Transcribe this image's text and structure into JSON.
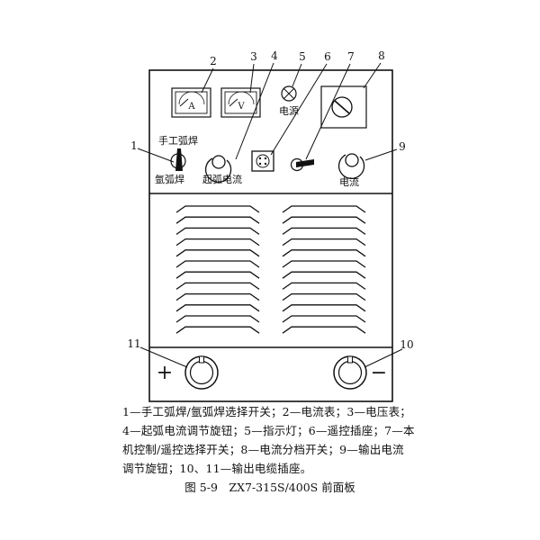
{
  "callouts": [
    "1",
    "2",
    "3",
    "4",
    "5",
    "6",
    "7",
    "8",
    "9",
    "10",
    "11"
  ],
  "panel_labels": {
    "manual_arc": "手工弧焊",
    "argon_arc": "氩弧焊",
    "ammeter_unit": "A",
    "voltmeter_unit": "V",
    "power": "电源",
    "arc_start_current": "起弧电流",
    "current": "电流",
    "plus": "+",
    "minus": "−"
  },
  "legend": [
    "1—手工弧焊/氩弧焊选择开关；2—电流表；3—电压表；",
    "4—起弧电流调节旋钮；5—指示灯；6—遥控插座；7—本",
    "机控制/遥控选择开关；8—电流分档开关；9—输出电流",
    "调节旋钮；10、11—输出电缆插座。"
  ],
  "figure_title": "图 5-9　ZX7-315S/400S 前面板",
  "louvers": {
    "count_per_column": 12,
    "columns": 2
  }
}
